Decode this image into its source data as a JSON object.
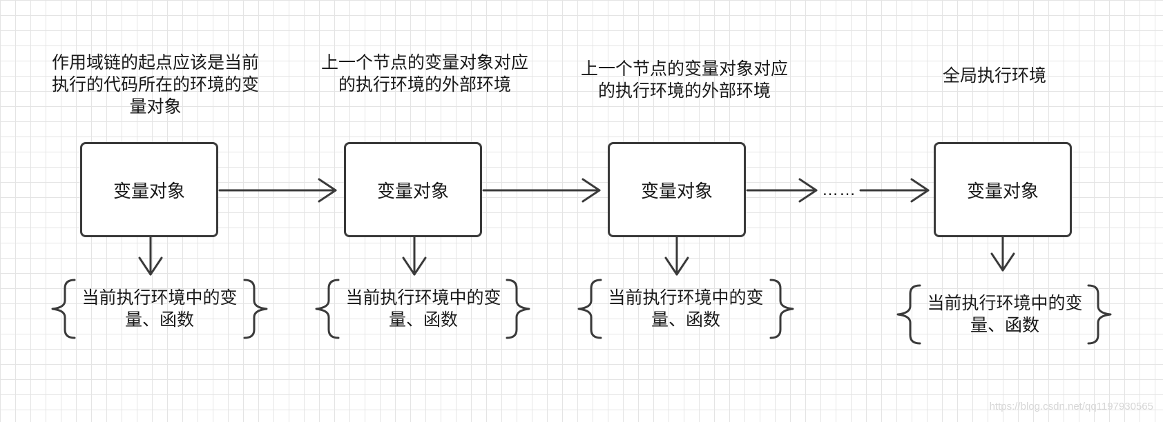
{
  "captions": [
    {
      "lines": [
        "作用域链的起点应该是当前",
        "执行的代码所在的环境的变",
        "量对象"
      ]
    },
    {
      "lines": [
        "上一个节点的变量对象对应",
        "的执行环境的外部环境"
      ]
    },
    {
      "lines": [
        "上一个节点的变量对象对应",
        "的执行环境的外部环境"
      ]
    },
    {
      "lines": [
        "全局执行环境"
      ]
    }
  ],
  "nodes": [
    {
      "label": "变量对象"
    },
    {
      "label": "变量对象"
    },
    {
      "label": "变量对象"
    },
    {
      "label": "变量对象"
    }
  ],
  "variables": [
    {
      "lines": [
        "当前执行环境中的变",
        "量、函数"
      ]
    },
    {
      "lines": [
        "当前执行环境中的变",
        "量、函数"
      ]
    },
    {
      "lines": [
        "当前执行环境中的变",
        "量、函数"
      ]
    },
    {
      "lines": [
        "当前执行环境中的变",
        "量、函数"
      ]
    }
  ],
  "ellipsis": "……",
  "watermark": "https://blog.csdn.net/qq1197930565",
  "colors": {
    "stroke": "#3a3a3a",
    "grid": "#e4e4e4",
    "background": "#ffffff"
  }
}
